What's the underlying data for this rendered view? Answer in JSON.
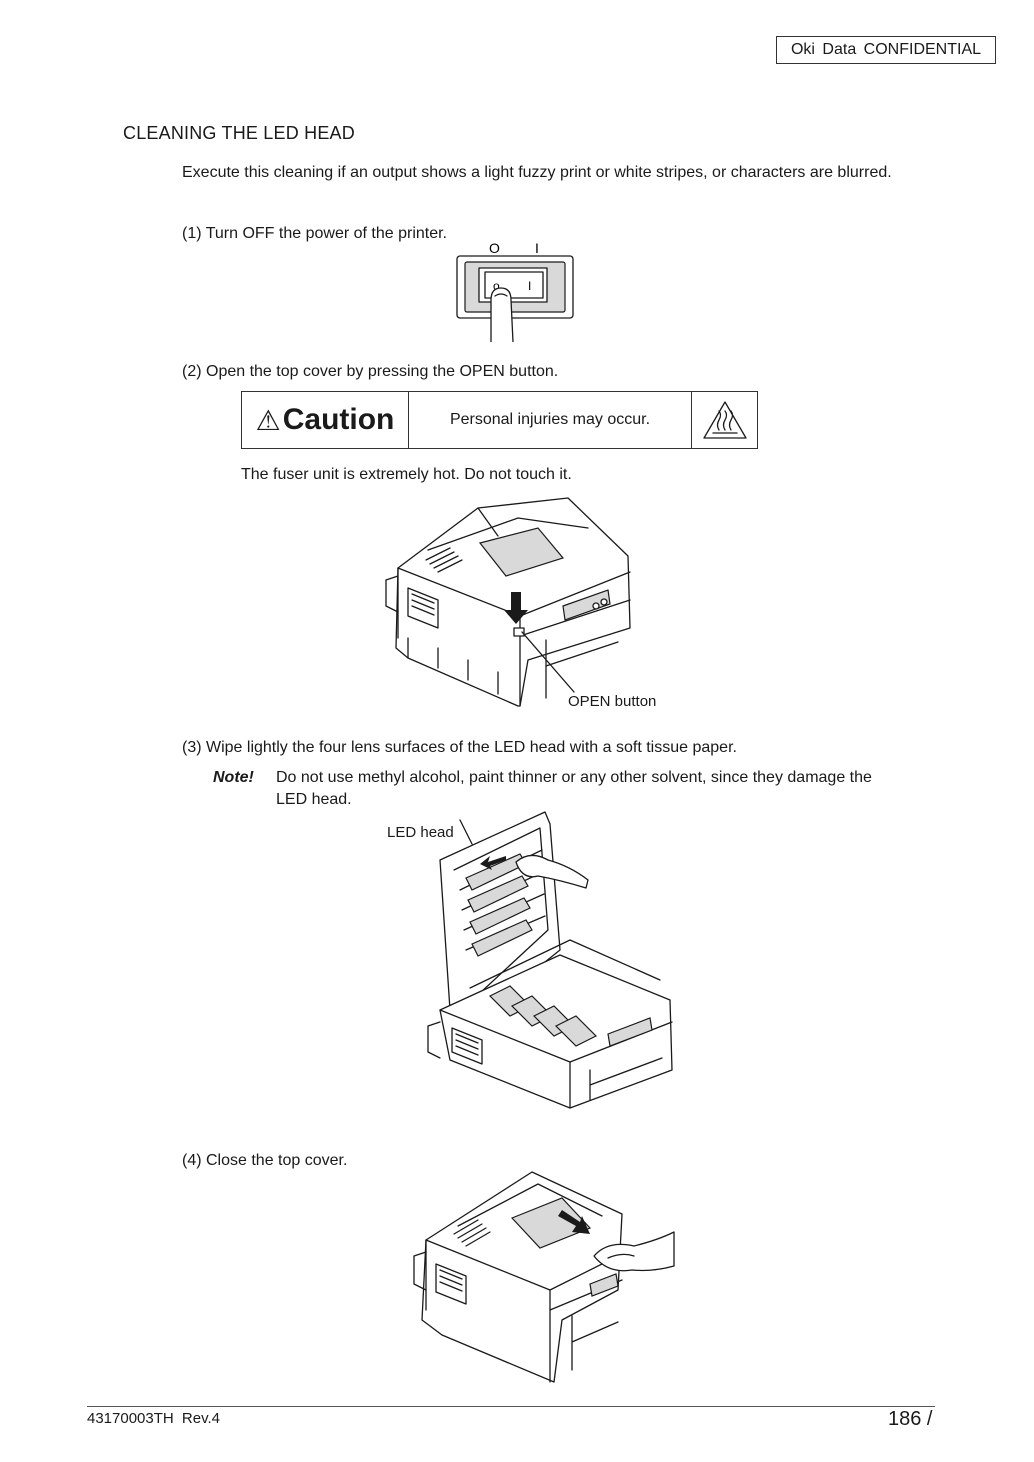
{
  "header": {
    "confidential": "Oki  Data  CONFIDENTIAL"
  },
  "section": {
    "title": "CLEANING THE LED HEAD"
  },
  "intro": "Execute this cleaning if an output shows a light fuzzy print or white stripes, or characters are blurred.",
  "steps": [
    {
      "text": "(1) Turn OFF the power of the printer."
    },
    {
      "text": "(2) Open the top cover by pressing the OPEN button."
    },
    {
      "text": "(3)  Wipe lightly the four lens surfaces of the LED head with a soft tissue paper."
    },
    {
      "text": "(4) Close the top cover."
    }
  ],
  "switch_figure": {
    "off_label": "O",
    "on_label": "I",
    "rocker_off": "o",
    "rocker_on": "I"
  },
  "caution": {
    "symbol": "⚠",
    "label": "Caution",
    "message": "Personal injuries may occur.",
    "icon": "hot-surface-icon"
  },
  "fuser_warning": "The fuser unit is extremely hot. Do not touch it.",
  "open_button_label": "OPEN button",
  "note": {
    "label": "Note!",
    "text": "Do not use methyl alcohol, paint thinner or any other solvent, since they damage the LED head."
  },
  "led_head_label": "LED head",
  "footer": {
    "doc_id": "43170003TH  Rev.4",
    "page": "186 /"
  }
}
